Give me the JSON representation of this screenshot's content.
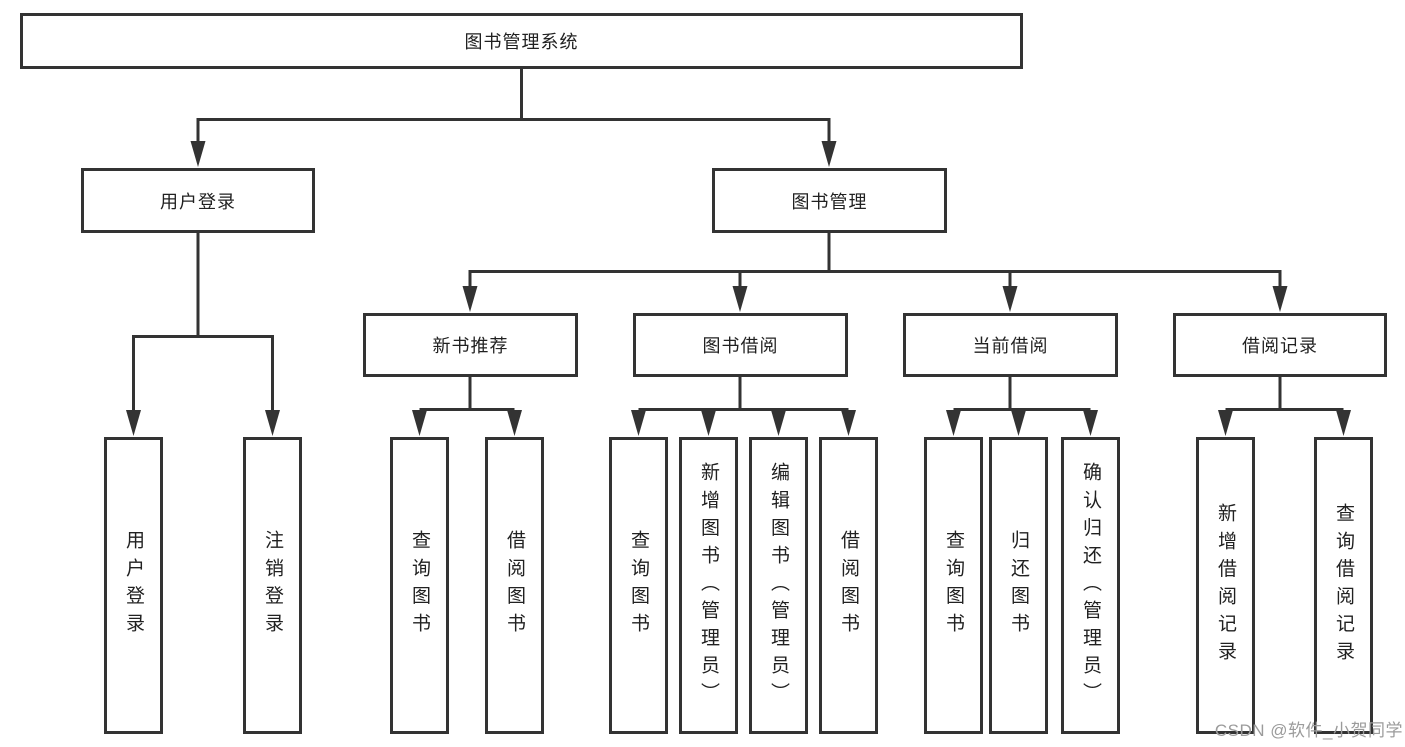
{
  "diagram": {
    "root": {
      "label": "图书管理系统"
    },
    "level2": [
      {
        "label": "用户登录"
      },
      {
        "label": "图书管理"
      }
    ],
    "level3": [
      {
        "label": "新书推荐",
        "parent": "图书管理"
      },
      {
        "label": "图书借阅",
        "parent": "图书管理"
      },
      {
        "label": "当前借阅",
        "parent": "图书管理"
      },
      {
        "label": "借阅记录",
        "parent": "图书管理"
      }
    ],
    "leaves": [
      {
        "label": "用户登录",
        "parent": "用户登录"
      },
      {
        "label": "注销登录",
        "parent": "用户登录"
      },
      {
        "label": "查询图书",
        "parent": "新书推荐"
      },
      {
        "label": "借阅图书",
        "parent": "新书推荐"
      },
      {
        "label": "查询图书",
        "parent": "图书借阅"
      },
      {
        "label": "新增图书（管理员）",
        "parent": "图书借阅"
      },
      {
        "label": "编辑图书（管理员）",
        "parent": "图书借阅"
      },
      {
        "label": "借阅图书",
        "parent": "图书借阅"
      },
      {
        "label": "查询图书",
        "parent": "当前借阅"
      },
      {
        "label": "归还图书",
        "parent": "当前借阅"
      },
      {
        "label": "确认归还（管理员）",
        "parent": "当前借阅"
      },
      {
        "label": "新增借阅记录",
        "parent": "借阅记录"
      },
      {
        "label": "查询借阅记录",
        "parent": "借阅记录"
      }
    ],
    "watermark": "CSDN @软件_小贺同学",
    "colors": {
      "line": "#333333",
      "text": "#212121",
      "watermark": "#9b9b9b",
      "background": "#ffffff"
    }
  }
}
